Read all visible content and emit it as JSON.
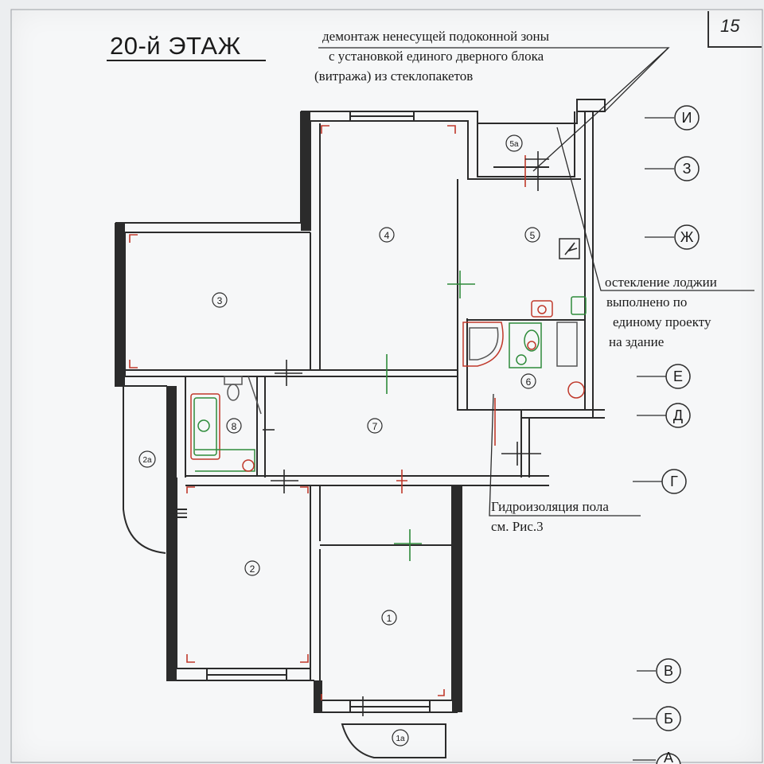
{
  "header": {
    "floor_title": "20-й ЭТАЖ",
    "page_number": "15"
  },
  "notes": {
    "top": [
      "демонтаж ненесущей подоконной зоны",
      "с установкой единого дверного блока",
      "(витража) из стеклопакетов"
    ],
    "right": [
      "остекление лоджии",
      "выполнено по",
      "единому проекту",
      "на здание"
    ],
    "bottom": [
      "Гидроизоляция пола",
      "см. Рис.3"
    ]
  },
  "rooms": [
    {
      "label": "1"
    },
    {
      "label": "2"
    },
    {
      "label": "2а"
    },
    {
      "label": "3"
    },
    {
      "label": "4"
    },
    {
      "label": "5"
    },
    {
      "label": "5а"
    },
    {
      "label": "6"
    },
    {
      "label": "7"
    },
    {
      "label": "8"
    },
    {
      "label": "1а"
    }
  ],
  "axes": [
    {
      "label": "И"
    },
    {
      "label": "З"
    },
    {
      "label": "Ж"
    },
    {
      "label": "Е"
    },
    {
      "label": "Д"
    },
    {
      "label": "Г"
    },
    {
      "label": "В"
    },
    {
      "label": "Б"
    },
    {
      "label": "А"
    }
  ],
  "colors": {
    "wall": "#2b2b2b",
    "red_mark": "#c0392b",
    "green_mark": "#2e8b3a"
  }
}
